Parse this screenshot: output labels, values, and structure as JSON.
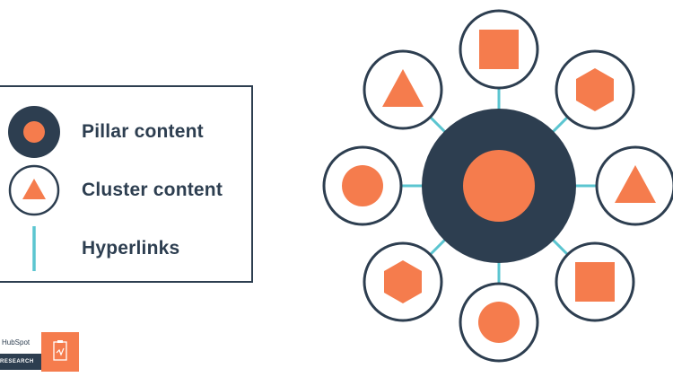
{
  "legend": {
    "items": [
      {
        "label": "Pillar content",
        "icon": "pillar-icon"
      },
      {
        "label": "Cluster content",
        "icon": "cluster-icon"
      },
      {
        "label": "Hyperlinks",
        "icon": "hyperlink-icon"
      }
    ]
  },
  "logo": {
    "brand": "HubSpot",
    "research": "RESEARCH"
  },
  "diagram": {
    "pillar": {
      "shape": "circle"
    },
    "clusters": [
      {
        "shape": "square"
      },
      {
        "shape": "hexagon"
      },
      {
        "shape": "triangle"
      },
      {
        "shape": "square"
      },
      {
        "shape": "circle"
      },
      {
        "shape": "hexagon"
      },
      {
        "shape": "circle"
      },
      {
        "shape": "triangle"
      }
    ]
  },
  "colors": {
    "navy": "#2d3e50",
    "orange": "#f57c4d",
    "teal": "#5bc5d0",
    "white": "#ffffff"
  }
}
